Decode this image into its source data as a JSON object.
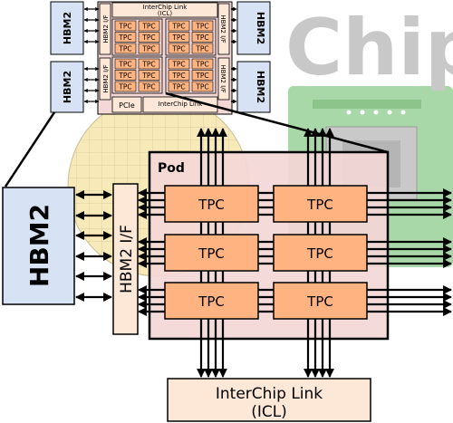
{
  "background": {
    "watermark_text": "Chip"
  },
  "overview": {
    "icl_label_top_line1": "InterChip Link",
    "icl_label_top_line2": "(ICL)",
    "icl_label_bottom": "InterChip Link",
    "pcie_label": "PCIe",
    "hbm_if_label": "HBM2 I/F",
    "tpc_label": "TPC",
    "hbm_label": "HBM2"
  },
  "detail": {
    "hbm_label": "HBM2",
    "hbm_if_label": "HBM2 I/F",
    "pod_label": "Pod",
    "tpc_label": "TPC",
    "icl_label_line1": "InterChip Link",
    "icl_label_line2": "(ICL)"
  },
  "colors": {
    "hbm_fill": "#d7e3f4",
    "tpc_fill": "#ffb380",
    "pod_fill": "#f4d7d7",
    "icl_fill": "#fde8d8",
    "board_green": "#a8d8a8",
    "wafer_yellow": "#f8eab8"
  }
}
